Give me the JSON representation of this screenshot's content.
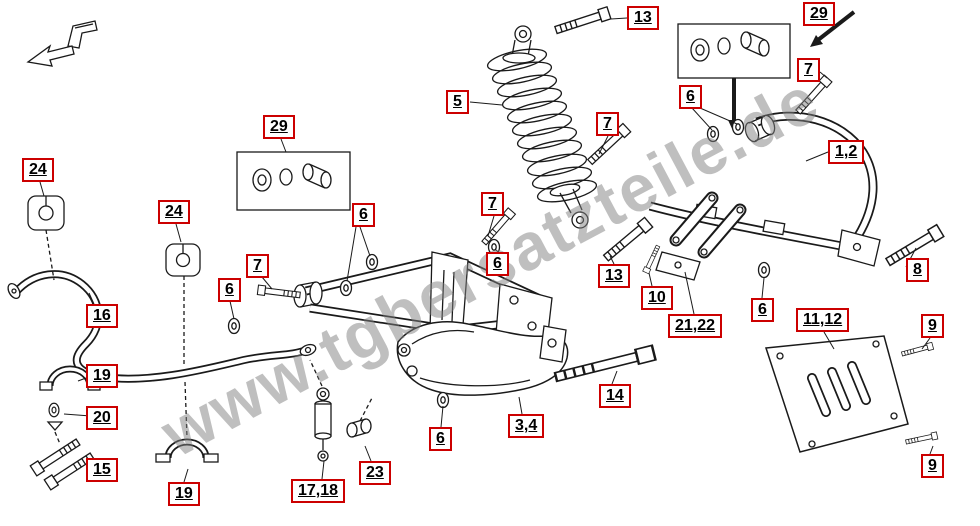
{
  "watermark": {
    "text": "www.tgbersatzteile.de"
  },
  "colors": {
    "label_border": "#cc0000",
    "label_text": "#000000",
    "watermark": "#808080",
    "line_art": "#1a1a1a",
    "background": "#ffffff"
  },
  "diagram": {
    "kind": "exploded-parts-drawing",
    "subject": "rear swing arm / suspension assembly"
  },
  "labels": [
    {
      "text": "13"
    },
    {
      "text": "29"
    },
    {
      "text": "7"
    },
    {
      "text": "5"
    },
    {
      "text": "6"
    },
    {
      "text": "1,2"
    },
    {
      "text": "24"
    },
    {
      "text": "24"
    },
    {
      "text": "29"
    },
    {
      "text": "6"
    },
    {
      "text": "7"
    },
    {
      "text": "7"
    },
    {
      "text": "7"
    },
    {
      "text": "6"
    },
    {
      "text": "6"
    },
    {
      "text": "13"
    },
    {
      "text": "8"
    },
    {
      "text": "10"
    },
    {
      "text": "6"
    },
    {
      "text": "16"
    },
    {
      "text": "21,22"
    },
    {
      "text": "11,12"
    },
    {
      "text": "9"
    },
    {
      "text": "19"
    },
    {
      "text": "20"
    },
    {
      "text": "14"
    },
    {
      "text": "3,4"
    },
    {
      "text": "15"
    },
    {
      "text": "19"
    },
    {
      "text": "6"
    },
    {
      "text": "23"
    },
    {
      "text": "17,18"
    },
    {
      "text": "9"
    }
  ]
}
